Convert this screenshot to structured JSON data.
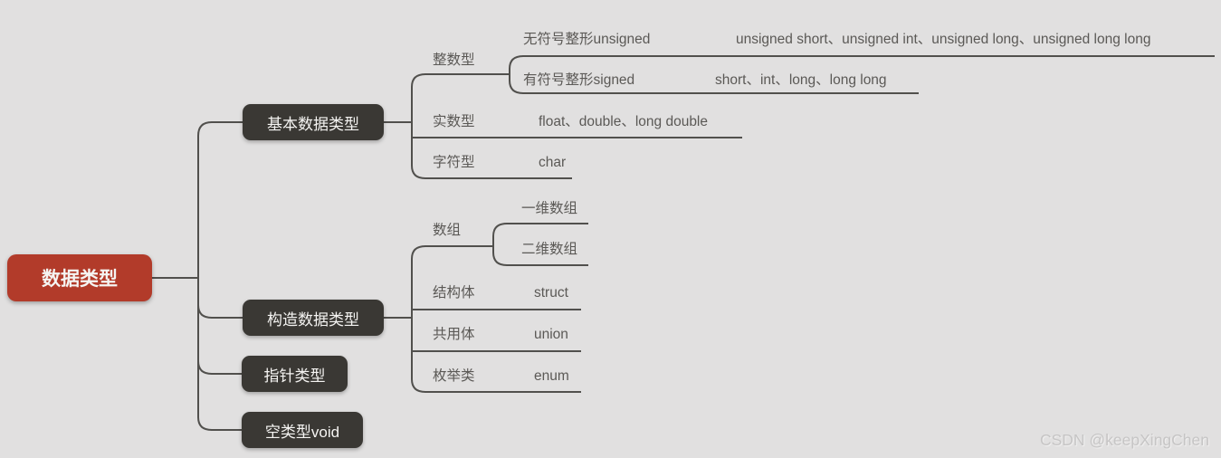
{
  "colors": {
    "background": "#e1e0e0",
    "root_bg": "#b23b2a",
    "node_bg": "#3a3834",
    "node_text": "#f5f4f2",
    "line": "#51504d",
    "label_text": "#5b5956",
    "watermark": "#c6c5c5"
  },
  "root": {
    "label": "数据类型"
  },
  "branches": [
    {
      "label": "基本数据类型",
      "children": [
        {
          "label": "整数型",
          "children": [
            {
              "label": "无符号整形unsigned",
              "value": "unsigned short、unsigned int、unsigned long、unsigned long long"
            },
            {
              "label": "有符号整形signed",
              "value": "short、int、long、long long"
            }
          ]
        },
        {
          "label": "实数型",
          "value": "float、double、long double"
        },
        {
          "label": "字符型",
          "value": "char"
        }
      ]
    },
    {
      "label": "构造数据类型",
      "children": [
        {
          "label": "数组",
          "children": [
            {
              "label": "一维数组"
            },
            {
              "label": "二维数组"
            }
          ]
        },
        {
          "label": "结构体",
          "value": "struct"
        },
        {
          "label": "共用体",
          "value": "union"
        },
        {
          "label": "枚举类",
          "value": "enum"
        }
      ]
    },
    {
      "label": "指针类型"
    },
    {
      "label": "空类型void"
    }
  ],
  "watermark": "CSDN @keepXingChen"
}
